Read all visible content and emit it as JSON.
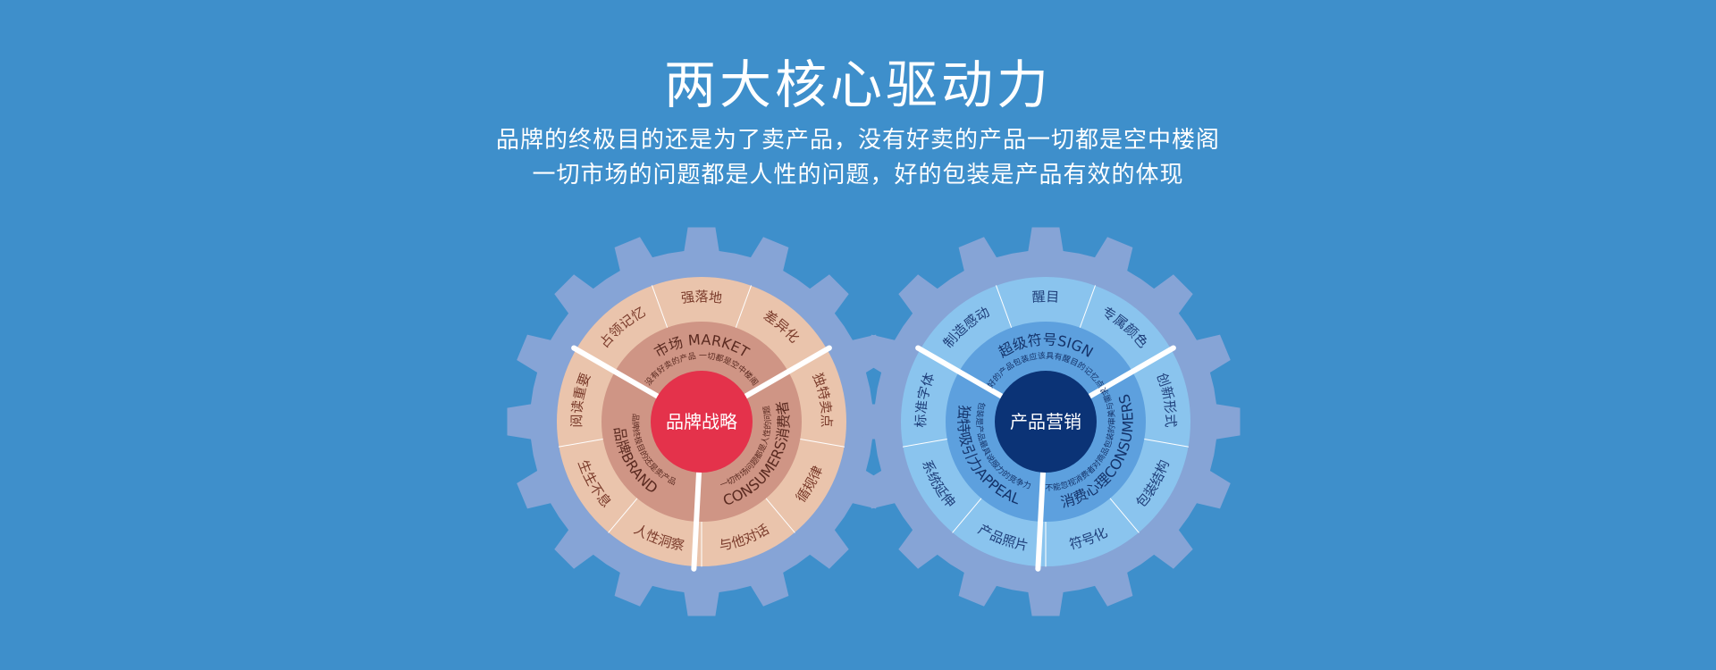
{
  "header": {
    "title": "两大核心驱动力",
    "subtitle_line1": "品牌的终极目的还是为了卖产品，没有好卖的产品一切都是空中楼阁",
    "subtitle_line2": "一切市场的问题都是人性的问题，好的包装是产品有效的体现"
  },
  "colors": {
    "background": "#3e8fcb",
    "gear_left": "#86a4d6",
    "gear_right": "#86a4d6",
    "left_outer_ring": "#eac4ac",
    "left_mid_ring": "#cf9585",
    "left_center": "#e4324b",
    "right_outer_ring": "#8ac4ee",
    "right_mid_ring": "#5da0de",
    "right_center": "#0b3376",
    "left_text": "#7a3b2b",
    "right_text": "#1f3f7a"
  },
  "left_gear": {
    "center_label": "品牌战略",
    "middle_sections": [
      {
        "title": "市场 MARKET",
        "sub": "没有好卖的产品 一切都是空中楼阁"
      },
      {
        "title": "CONSUMERS消费者",
        "sub": "一切市场问题都是人性的问题"
      },
      {
        "title": "品牌BRAND",
        "sub": "品牌终极目的还是卖产品"
      }
    ],
    "outer_items": [
      "差异化",
      "独特卖点",
      "循规律",
      "与他对话",
      "人性洞察",
      "生生不息",
      "阅读重要",
      "占领记忆",
      "强落地"
    ]
  },
  "right_gear": {
    "center_label": "产品营销",
    "middle_sections": [
      {
        "title": "超级符号SIGN",
        "sub": "好的产品包装应该具有醒目的记忆点"
      },
      {
        "title": "消费心理CONSUMERS",
        "sub": "不能忽视消费者对商品包装的审美与需求"
      },
      {
        "title": "独特吸引力APPEAL",
        "sub": "包装是产品最具说服力的竞争力"
      }
    ],
    "outer_items": [
      "专属颜色",
      "创新形式",
      "包装结构",
      "符号化",
      "产品照片",
      "系统延伸",
      "标准字体",
      "制造感动",
      "醒目"
    ]
  }
}
